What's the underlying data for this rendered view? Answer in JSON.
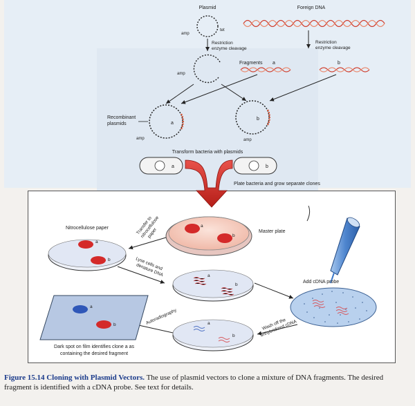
{
  "labels": {
    "plasmid": "Plasmid",
    "foreign_dna": "Foreign DNA",
    "amp_r": "amp",
    "tet_r": "tet",
    "sup_r": "r",
    "restriction_left_1": "Restriction",
    "restriction_left_2": "enzyme cleavage",
    "restriction_right_1": "Restriction",
    "restriction_right_2": "enzyme cleavage",
    "fragments": "Fragments",
    "frag_a": "a",
    "frag_b": "b",
    "recombinant_1": "Recombinant",
    "recombinant_2": "plasmids",
    "transform": "Transform bacteria with plasmids",
    "plate_grow": "Plate bacteria and grow separate clones",
    "nitrocellulose": "Nitrocellulose paper",
    "transfer_1": "Transfer to",
    "transfer_2": "nitrocellulose",
    "transfer_3": "paper",
    "master_plate": "Master plate",
    "lyse_1": "Lyse cells and",
    "lyse_2": "denature DNA",
    "add_probe": "Add cDNA probe",
    "autorad": "Autoradiography",
    "wash_1": "Wash off the",
    "wash_2": "unhybridized cDNA",
    "dark_spot_1": "Dark spot on film identifies clone a as",
    "dark_spot_2": "containing the desired fragment"
  },
  "caption": {
    "figure": "Figure 15.14",
    "title": "Cloning with Plasmid Vectors.",
    "text": " The use of plasmid vectors to clone a mixture of DNA fragments. The desired fragment is identified with a cDNA probe. See text for details."
  },
  "colors": {
    "red_spot": "#d42a2a",
    "blue_spot": "#2f57b8",
    "big_arrow": "#d6342b",
    "probe_tube": "#3c78c8"
  }
}
